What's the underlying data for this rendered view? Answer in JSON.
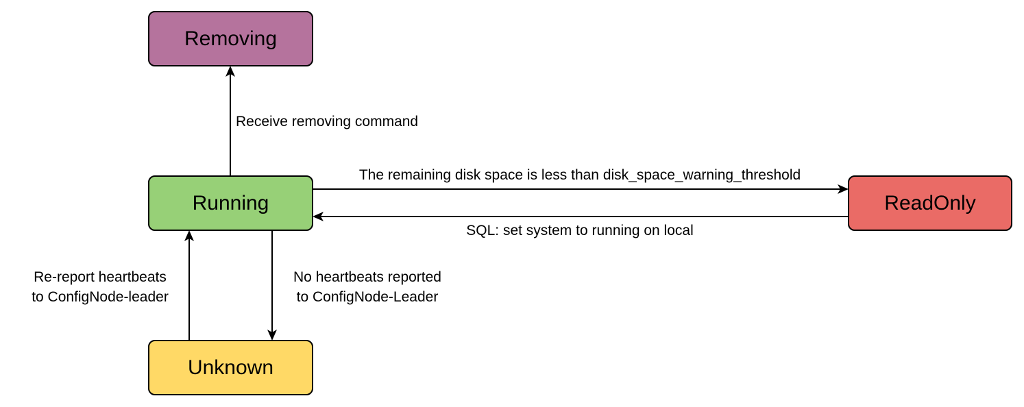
{
  "states": {
    "removing": {
      "label": "Removing",
      "color": "#b5739d"
    },
    "running": {
      "label": "Running",
      "color": "#97d077"
    },
    "readonly": {
      "label": "ReadOnly",
      "color": "#ea6b66"
    },
    "unknown": {
      "label": "Unknown",
      "color": "#ffd966"
    }
  },
  "transitions": {
    "running_to_removing": {
      "label": "Receive removing command"
    },
    "running_to_readonly": {
      "label": "The remaining disk space is less than disk_space_warning_threshold"
    },
    "readonly_to_running": {
      "label": "SQL: set system to running on local"
    },
    "unknown_to_running": {
      "lines": [
        "Re-report heartbeats",
        "to ConfigNode-leader"
      ]
    },
    "running_to_unknown": {
      "lines": [
        "No heartbeats reported",
        "to ConfigNode-Leader"
      ]
    }
  }
}
